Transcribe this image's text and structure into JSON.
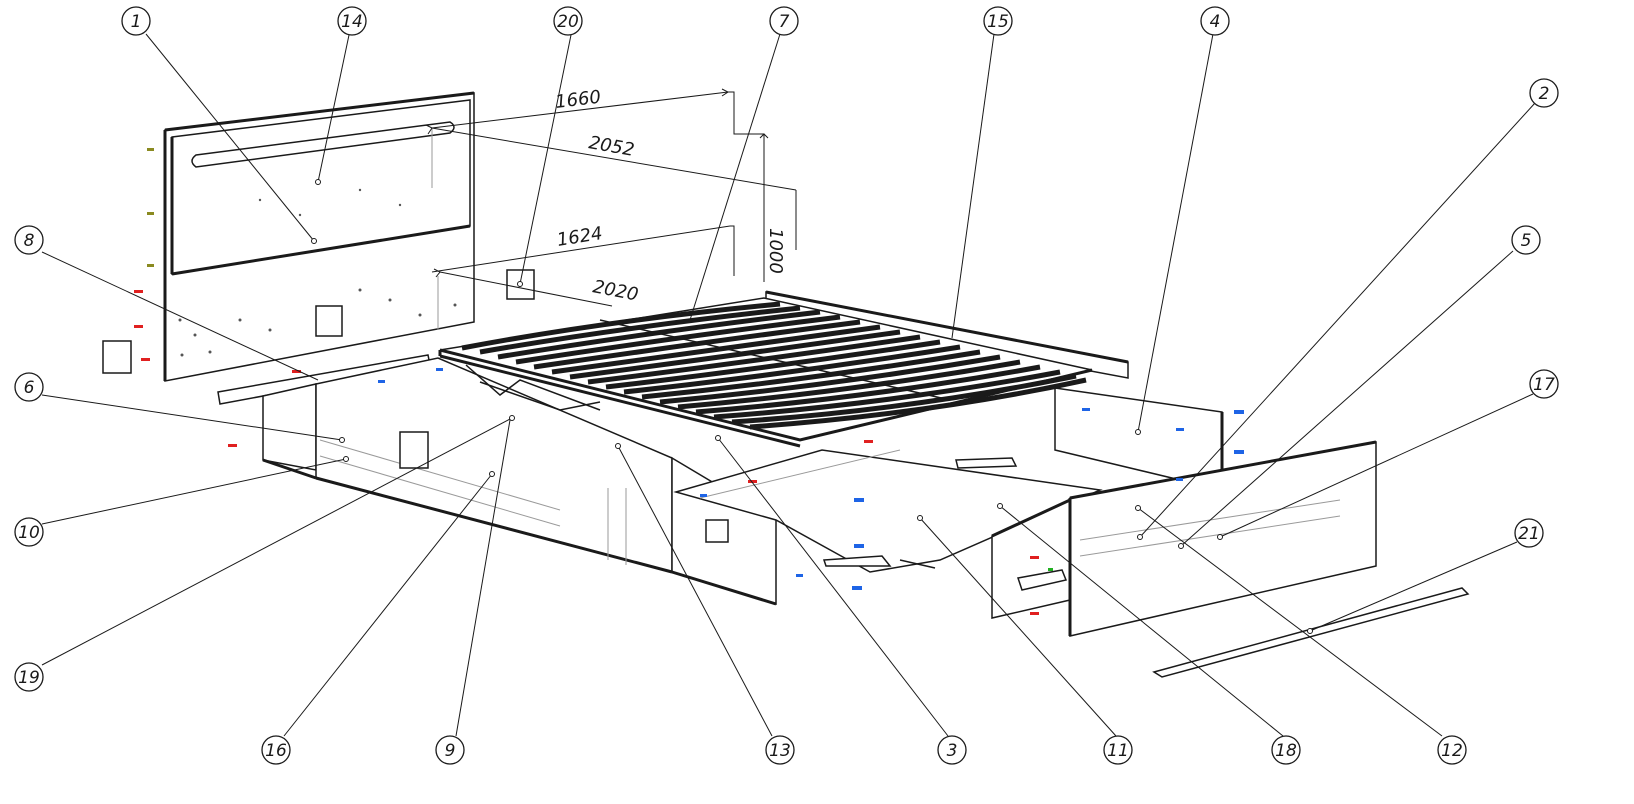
{
  "dimensions": {
    "d1": "1660",
    "d2": "2052",
    "d3": "1624",
    "d4": "2020",
    "d5": "1000"
  },
  "callouts": [
    {
      "id": "c1",
      "label": "1"
    },
    {
      "id": "c14",
      "label": "14"
    },
    {
      "id": "c20",
      "label": "20"
    },
    {
      "id": "c7",
      "label": "7"
    },
    {
      "id": "c15",
      "label": "15"
    },
    {
      "id": "c4",
      "label": "4"
    },
    {
      "id": "c2",
      "label": "2"
    },
    {
      "id": "c5",
      "label": "5"
    },
    {
      "id": "c17",
      "label": "17"
    },
    {
      "id": "c21",
      "label": "21"
    },
    {
      "id": "c8",
      "label": "8"
    },
    {
      "id": "c6",
      "label": "6"
    },
    {
      "id": "c10",
      "label": "10"
    },
    {
      "id": "c19",
      "label": "19"
    },
    {
      "id": "c16",
      "label": "16"
    },
    {
      "id": "c9",
      "label": "9"
    },
    {
      "id": "c13",
      "label": "13"
    },
    {
      "id": "c3",
      "label": "3"
    },
    {
      "id": "c11",
      "label": "11"
    },
    {
      "id": "c18",
      "label": "18"
    },
    {
      "id": "c12",
      "label": "12"
    }
  ],
  "colors": {
    "line": "#1a1a1a",
    "fastener_red": "#e02020",
    "fastener_blue": "#1e64e6",
    "fastener_olive": "#8a8a20",
    "fastener_green": "#20b020"
  }
}
